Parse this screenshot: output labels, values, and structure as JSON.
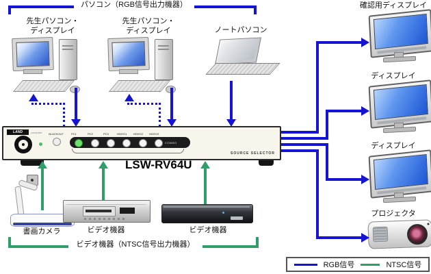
{
  "colors": {
    "rgb_signal": "#1414d2",
    "ntsc_signal": "#2f9e68"
  },
  "groups": {
    "pc": "パソコン（RGB信号出力機器）",
    "video": "ビデオ機器（NTSC信号出力機器）"
  },
  "sources": {
    "pc1": "先生パソコン・\nディスプレイ",
    "pc2": "先生パソコン・\nディスプレイ",
    "laptop": "ノートパソコン",
    "doc_camera": "書画カメラ",
    "video1": "ビデオ機器",
    "video2": "ビデオ機器"
  },
  "outputs": {
    "display1": "確認用ディスプレイ",
    "display2": "ディスプレイ",
    "display3": "ディスプレイ",
    "projector": "プロジェクタ"
  },
  "switcher": {
    "model": "LSW-RV64U",
    "brand": "LAND",
    "brand_suffix": "computer",
    "panel_text": "SOURCE SELECTOR",
    "blackout": "BLACKOUT",
    "combo": "COMBO",
    "inputs": [
      "PC1",
      "PC2",
      "PC3",
      "VIDEO1",
      "VIDEO2",
      "VIDEO3"
    ]
  },
  "legend": {
    "rgb": "RGB信号",
    "ntsc": "NTSC信号"
  }
}
